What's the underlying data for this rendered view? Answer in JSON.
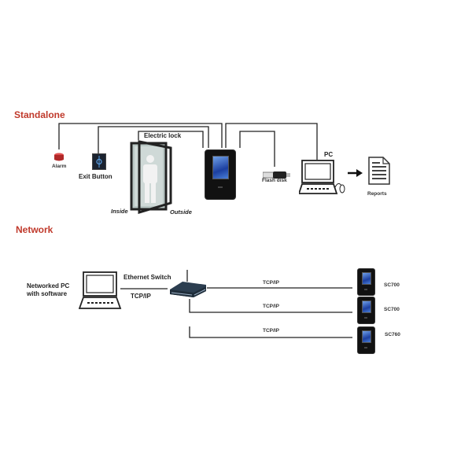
{
  "diagram": {
    "sections": {
      "standalone": "Standalone",
      "network": "Network"
    },
    "standalone": {
      "alarm_label": "Alarm",
      "exit_button_label": "Exit Button",
      "electric_lock_label": "Electric lock",
      "inside_label": "Inside",
      "outside_label": "Outside",
      "flash_disk_label": "Flash disk",
      "pc_label": "PC",
      "reports_label": "Reports"
    },
    "network": {
      "networked_pc_label_line1": "Networked PC",
      "networked_pc_label_line2": "with software",
      "ethernet_switch_label": "Ethernet Switch",
      "pc_link_label": "TCP/IP",
      "links": [
        {
          "protocol": "TCP/IP",
          "device": "SC700"
        },
        {
          "protocol": "TCP/IP",
          "device": "SC700"
        },
        {
          "protocol": "TCP/IP",
          "device": "SC760"
        }
      ]
    },
    "colors": {
      "heading": "#c0392b",
      "wire": "#222222",
      "device_body": "#111111",
      "screen": "#2f5fc8",
      "alarm": "#c0392b"
    }
  }
}
